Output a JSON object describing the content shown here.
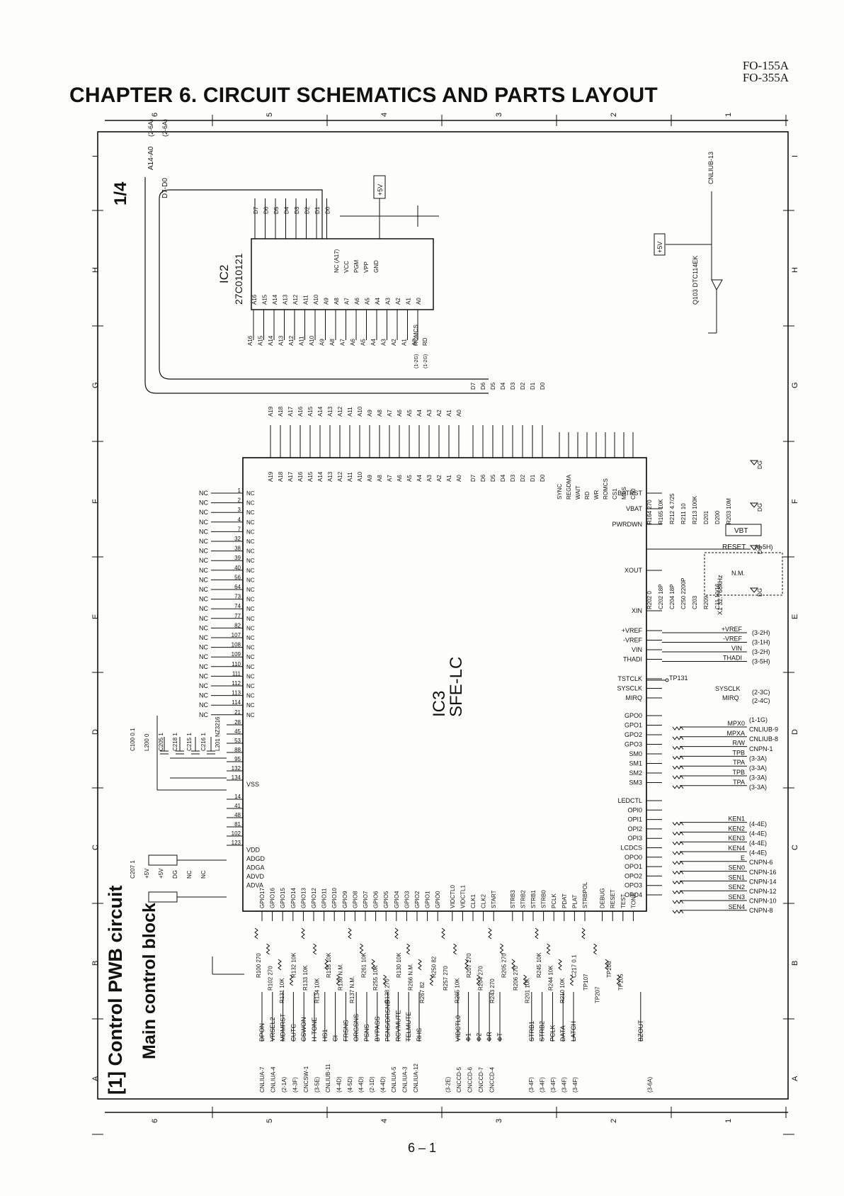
{
  "header": {
    "model_1": "FO-155A",
    "model_2": "FO-355A",
    "chapter_title": "CHAPTER 6.  CIRCUIT SCHEMATICS AND PARTS LAYOUT"
  },
  "page_number": "6 – 1",
  "sheet": {
    "section_title": "[1] Control PWB circuit",
    "block_title": "Main control block",
    "sheet_fraction": "1/4",
    "zones_col": [
      "6",
      "5",
      "4",
      "3",
      "2",
      "1"
    ],
    "zones_row": [
      "I",
      "H",
      "G",
      "F",
      "E",
      "D",
      "C",
      "B",
      "A"
    ]
  },
  "ic2": {
    "ref": "IC2",
    "part": "27C010121",
    "addr_bus": "A14-A0",
    "data_bus": "D7-D0",
    "addr_ref": "(2-6A)",
    "data_ref": "(2-6A)",
    "address_pins": [
      "A16",
      "A15",
      "A14",
      "A13",
      "A12",
      "A11",
      "A10",
      "A9",
      "A8",
      "A7",
      "A6",
      "A5",
      "A4",
      "A3",
      "A2",
      "A1",
      "A0"
    ],
    "data_pins": [
      "D7",
      "D6",
      "D5",
      "D4",
      "D3",
      "D2",
      "D1",
      "D0"
    ],
    "power_pins": [
      "NC (A17)",
      "VCC",
      "PGM",
      "VPP",
      "GND"
    ],
    "control_pins": [
      "ROMCS",
      "RD"
    ],
    "control_refs": [
      "(1-2G)",
      "(1-2G)"
    ]
  },
  "ic3": {
    "ref": "IC3",
    "part": "SFE-LC",
    "left_nc_pins": [
      "1",
      "2",
      "3",
      "4",
      "7",
      "32",
      "38",
      "39",
      "40",
      "56",
      "64",
      "73",
      "74",
      "77",
      "82",
      "107",
      "108",
      "109",
      "110",
      "111",
      "112",
      "113",
      "114",
      "21"
    ],
    "vss_pins": [
      "28",
      "45",
      "53",
      "88",
      "95",
      "132",
      "134"
    ],
    "gnd_pins": [
      "14",
      "41",
      "48",
      "81",
      "102",
      "123"
    ],
    "power_labels": [
      "VSS",
      "VDD",
      "ADGD",
      "ADGA",
      "ADVD",
      "ADVA"
    ],
    "top_address": [
      "A19",
      "A18",
      "A17",
      "A16",
      "A15",
      "A14",
      "A13",
      "A12",
      "A11",
      "A10",
      "A9",
      "A8",
      "A7",
      "A6",
      "A5",
      "A4",
      "A3",
      "A2",
      "A1",
      "A0"
    ],
    "top_data": [
      "D7",
      "D6",
      "D5",
      "D4",
      "D3",
      "D2",
      "D1",
      "D0"
    ],
    "top_ctrl": [
      "SYNC",
      "REGDMA",
      "WAIT",
      "RD",
      "WR",
      "ROMCS",
      "CS1",
      "MCS",
      "CS0"
    ],
    "right_signals": [
      "BATRST",
      "VBAT",
      "PWRDWN",
      "XOUT",
      "XIN",
      "+VREF",
      "-VREF",
      "VIN",
      "THADI",
      "TSTCLK",
      "SYSCLK",
      "MIRQ",
      "GPO0",
      "GPO1",
      "GPO2",
      "GPO3",
      "SM0",
      "SM1",
      "SM2",
      "SM3",
      "LEDCTL",
      "OPI0",
      "OPI1",
      "OPI2",
      "OPI3",
      "LCDCS",
      "OPO0",
      "OPO1",
      "OPO2",
      "OPO3",
      "OPO4"
    ],
    "bottom_signals": [
      "GPIO17",
      "GPIO16",
      "GPIO15",
      "GPIO14",
      "GPIO13",
      "GPIO12",
      "GPIO11",
      "GPIO10",
      "GPIO9",
      "GPIO8",
      "GPIO7",
      "GPIO6",
      "GPIO5",
      "GPIO4",
      "GPIO3",
      "GPIO2",
      "GPIO1",
      "GPIO0",
      "VIDCTL0",
      "VIDCTL1",
      "CLK1",
      "CLK2",
      "START",
      "STRB3",
      "STRB2",
      "STRB1",
      "STRB0",
      "PCLK",
      "PDAT",
      "PLAT",
      "STRBPOL",
      "DEBUG",
      "RESET",
      "TEST",
      "TONE"
    ]
  },
  "right_nets": {
    "outputs": [
      "MPX0",
      "MPXA",
      "R/W",
      "TPB",
      "TPA",
      "TPB",
      "TPA",
      "KEN1",
      "KEN2",
      "KEN3",
      "KEN4",
      "E",
      "SEN0",
      "SEN1",
      "SEN2",
      "SEN3",
      "SEN4"
    ],
    "connectors": [
      "(1-1G)",
      "CNLIUB-9",
      "CNLIUB-8",
      "CNPN-1",
      "(3-3A)",
      "(3-3A)",
      "(3-3A)",
      "(3-3A)",
      "(4-4E)",
      "(4-4E)",
      "(4-4E)",
      "(4-4E)",
      "CNPN-6",
      "CNPN-16",
      "CNPN-14",
      "CNPN-12",
      "CNPN-10",
      "CNPN-8"
    ],
    "vref": [
      "+VREF",
      "-VREF",
      "VIN",
      "THADI"
    ],
    "vref_refs": [
      "(3-2H)",
      "(3-1H)",
      "(3-2H)",
      "(3-5H)"
    ],
    "sysclk": "SYSCLK",
    "mirq": "MIRQ",
    "sysclk_ref": "(2-3C)",
    "mirq_ref": "(2-4C)",
    "reset": "RESET",
    "reset_ref": "(4-5H)",
    "vbt": "VBT",
    "tp131": "TP131",
    "q103": "Q103 DTC114EK",
    "cnliub13": "CNLIUB-13",
    "plus5v": "+5V",
    "dg": "DG",
    "x1": "X1 32.768kHz",
    "nm": "N.M.",
    "r": [
      "R164 270",
      "R165 10K",
      "R212 4.7/25",
      "R211 10",
      "R213 100K",
      "D201",
      "D200",
      "R203 10M",
      "R202 0",
      "C202 18P",
      "C204 18P",
      "C250 2200P",
      "C203",
      "R209",
      "C11 10/16"
    ]
  },
  "bottom_nets": {
    "connectors": [
      "CNLIUA-7",
      "CNLIUA-4",
      "(2-1A)",
      "(4-3F)",
      "CNCSW-1",
      "(3-5E)",
      "CNLIUB-11",
      "(4-4D)",
      "(4-5D)",
      "(4-4D)",
      "(2-1D)",
      "(4-4D)",
      "CNLIUA-5",
      "CNLIUA-3",
      "CNLIUA-12",
      "(3-2E)",
      "CNCCD-5",
      "CNCCD-6",
      "CNCCD-7",
      "CNCCD-4",
      "(3-4F)",
      "(3-4F)",
      "(3-4F)",
      "(3-4F)",
      "(3-4F)",
      "(3-6A)"
    ],
    "signals": [
      "DPON",
      "VRSEL2",
      "MDMRST",
      "CUTC",
      "CSWON",
      "H-TONE",
      "HS1",
      "CI",
      "FRSNS",
      "ORGSNS",
      "PSNS",
      "BYPASS",
      "PSNS/DRSNS",
      "RCVMUTE",
      "TELMUTE",
      "RHS",
      "VIDCTL0",
      "Φ1",
      "Φ2",
      "ΦR",
      "ΦT",
      "STRB1",
      "STRB2",
      "PCLK",
      "DATA",
      "LATCH",
      "BZOUT"
    ],
    "parts": [
      "R100 270",
      "R102 270",
      "R131 10K",
      "R132 10K",
      "R133 10K",
      "R134 10K",
      "R135 10K",
      "R136 N.M.",
      "R137 N.M.",
      "R261 10K",
      "R255 10K",
      "R138 270",
      "R130 10K",
      "R266 N.M.",
      "R267 82",
      "R250 82",
      "R257 270",
      "R265 10K",
      "R207 270",
      "R204 270",
      "R243 270",
      "R205 270",
      "R206 270",
      "R201 10K",
      "R245 10K",
      "R244 10K",
      "R210 10K",
      "C217 0.1",
      "TP107",
      "TP207",
      "TP208",
      "TP205"
    ],
    "labels": [
      "C100 0.1",
      "L200 0",
      "C205 1",
      "C218 1",
      "C215 1",
      "C216 1",
      "L201 NZ3216",
      "C207 1",
      "+5V",
      "+5V",
      "DG",
      "NC",
      "NC"
    ]
  }
}
